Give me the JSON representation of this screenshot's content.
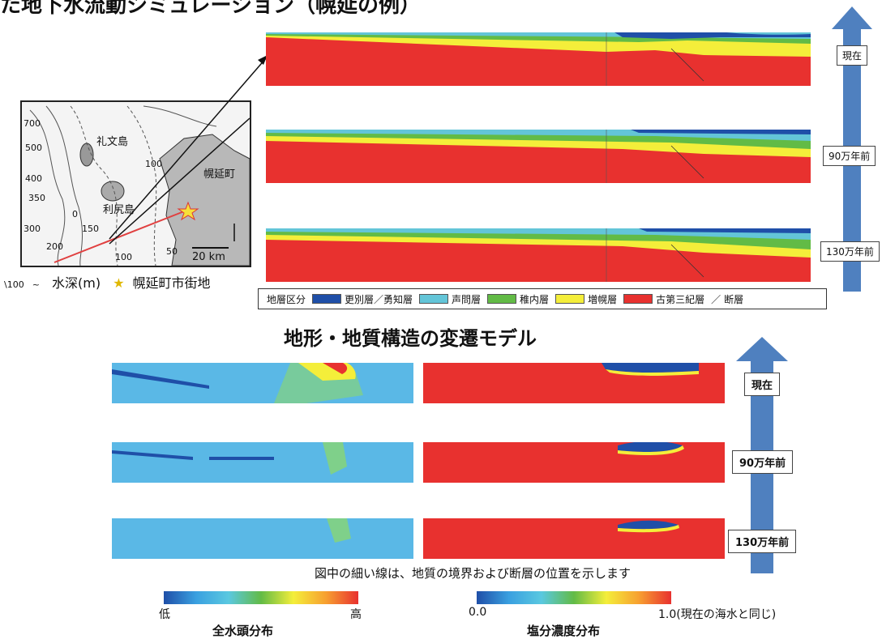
{
  "title": "た地下水流動シミュレーション（幌延の例）",
  "subtitle": "地形・地質構造の変遷モデル",
  "map": {
    "labels": {
      "rebun": "礼文島",
      "rishiri": "利尻島",
      "horonobe": "幌延町",
      "scale": "20 km"
    },
    "contours": [
      "700",
      "500",
      "400",
      "350",
      "300",
      "200",
      "150",
      "100",
      "100",
      "50",
      "0"
    ],
    "legend_depth": "水深(m)",
    "legend_depth_sample": "100",
    "legend_town": "幌延町市街地"
  },
  "strata_panels": [
    {
      "time_label": "現在"
    },
    {
      "time_label": "90万年前"
    },
    {
      "time_label": "130万年前"
    }
  ],
  "layer_legend": {
    "title": "地層区分",
    "items": [
      {
        "label": "更別層／勇知層",
        "color": "#1f4fa8"
      },
      {
        "label": "声問層",
        "color": "#63c5d8"
      },
      {
        "label": "稚内層",
        "color": "#62bb46"
      },
      {
        "label": "増幌層",
        "color": "#f4ee3a"
      },
      {
        "label": "古第三紀層",
        "color": "#e8312f"
      }
    ],
    "fault_label": "断層"
  },
  "sim_rows": [
    {
      "time_label": "現在"
    },
    {
      "time_label": "90万年前"
    },
    {
      "time_label": "130万年前"
    }
  ],
  "note": "図中の細い線は、地質の境界および断層の位置を示します",
  "colorbar_head": {
    "low": "低",
    "high": "高",
    "title": "全水頭分布"
  },
  "colorbar_salt": {
    "low": "0.0",
    "high": "1.0(現在の海水と同じ)",
    "title": "塩分濃度分布"
  },
  "colors": {
    "arrow_blue": "#4f80bf",
    "red": "#e8312f",
    "sky": "#5ab8e6",
    "deep_blue": "#1f4fa8"
  }
}
